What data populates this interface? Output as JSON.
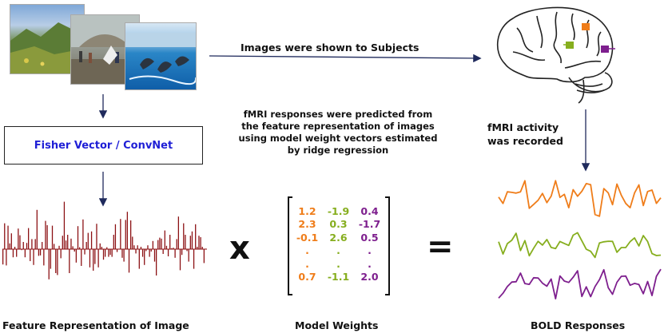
{
  "flow": {
    "shown_label": "Images were shown to Subjects",
    "model_label": "Fisher Vector / ConvNet",
    "predict_note": [
      "fMRI responses were predicted from",
      "the feature representation of images",
      "using model weight vectors estimated",
      "by ridge regression"
    ],
    "recorded_note": [
      "fMRI activity",
      "was recorded"
    ]
  },
  "captions": {
    "feature": "Feature Representation of Image",
    "weights": "Model Weights",
    "bold": "BOLD Responses"
  },
  "operators": {
    "multiply": "x",
    "equals": "="
  },
  "weights": {
    "column_colors": [
      "#ef7d1a",
      "#86ae1e",
      "#7e1f8e"
    ],
    "rows": [
      [
        "1.2",
        "-1.9",
        "0.4"
      ],
      [
        "2.3",
        "0.3",
        "-1.7"
      ],
      [
        "-0.1",
        "2.6",
        "0.5"
      ],
      [
        ".",
        ".",
        "."
      ],
      [
        ".",
        ".",
        "."
      ],
      [
        "0.7",
        "-1.1",
        "2.0"
      ]
    ]
  },
  "colors": {
    "feature_bars": "#8b0f12",
    "bold_series": [
      "#ef7d1a",
      "#86ae1e",
      "#7e1f8e"
    ],
    "arrow": "#1f2a5c"
  },
  "chart_data": {
    "type": "bar",
    "values": [
      -0.32,
      0.54,
      -0.34,
      0.49,
      0.12,
      0.33,
      -0.17,
      0.05,
      -0.16,
      0.43,
      0.29,
      -0.02,
      0.15,
      -0.17,
      0.13,
      0.44,
      -0.25,
      0.21,
      -0.33,
      0.21,
      0.82,
      -0.14,
      -0.13,
      0.15,
      -0.34,
      0.59,
      0.5,
      -0.63,
      -0.41,
      0.49,
      0.11,
      -0.5,
      -0.54,
      0.07,
      -0.19,
      0.28,
      0.99,
      0.18,
      0.3,
      -0.5,
      0.22,
      0.06,
      -0.05,
      -0.28,
      0.48,
      0.04,
      -0.35,
      0.62,
      -0.11,
      0.15,
      0.34,
      -0.38,
      0.37,
      -0.45,
      -0.31,
      0.53,
      -0.38,
      0.12,
      0.05,
      -0.22,
      -0.16,
      0.04,
      -0.16,
      -0.12,
      -0.16,
      0.3,
      0.52,
      -0.06,
      0.01,
      0.63,
      -0.18,
      -0.26,
      0.61,
      0.78,
      -0.49,
      0.6,
      0.26,
      0.08,
      -0.09,
      0.08,
      -0.41,
      0.05,
      -0.16,
      -0.33,
      -0.04,
      0.08,
      -0.16,
      -0.05,
      0.17,
      -0.26,
      -0.55,
      0.19,
      0.24,
      0.22,
      -0.1,
      0.39,
      0.07,
      -0.15,
      0.3,
      0.02,
      0.03,
      -0.18,
      0.21,
      0.68,
      -0.44,
      -0.12,
      0.54,
      0.3,
      -0.04,
      -0.26,
      0.28,
      0.37,
      -0.41,
      0.52,
      0.05,
      0.28,
      0.25,
      0.05,
      -0.29,
      0.01
    ]
  }
}
